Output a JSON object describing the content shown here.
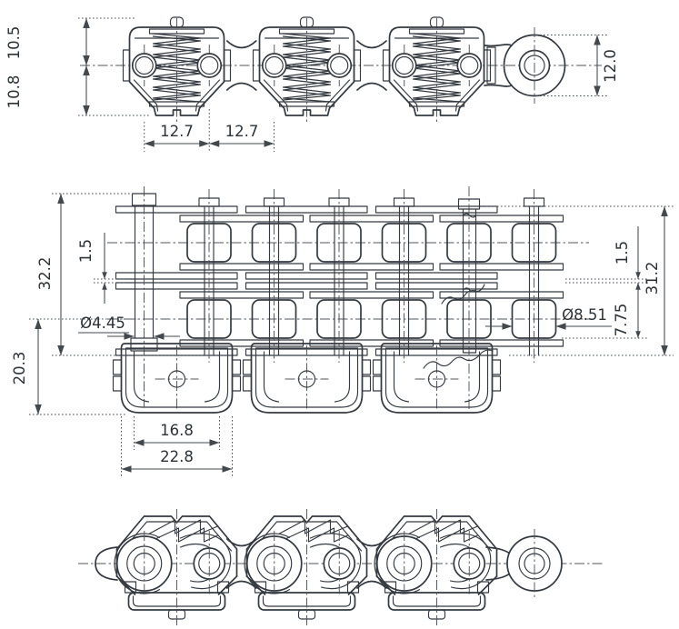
{
  "drawing": {
    "type": "technical-drawing",
    "subject": "roller chain with spring clip attachments, three orthographic views",
    "colors": {
      "background": "#ffffff",
      "part_line": "#343a40",
      "dimension_line": "#43484d",
      "text": "#2d3237"
    },
    "side_view": {
      "dims": {
        "upper_half_height": "10.5",
        "lower_half_height": "10.8",
        "pitch_left": "12.7",
        "pitch_right": "12.7",
        "end_plate_height": "12.0"
      }
    },
    "front_view": {
      "dims": {
        "overall_height": "32.2",
        "plate_gap_left": "1.5",
        "attachment_depth": "20.3",
        "pin_diameter": "Ø4.45",
        "attachment_inner_width": "16.8",
        "attachment_outer_width": "22.8",
        "plate_gap_right": "1.5",
        "roller_width": "7.75",
        "overall_width": "31.2",
        "roller_diameter": "Ø8.51"
      }
    },
    "plan_view": {
      "dims": {}
    }
  }
}
